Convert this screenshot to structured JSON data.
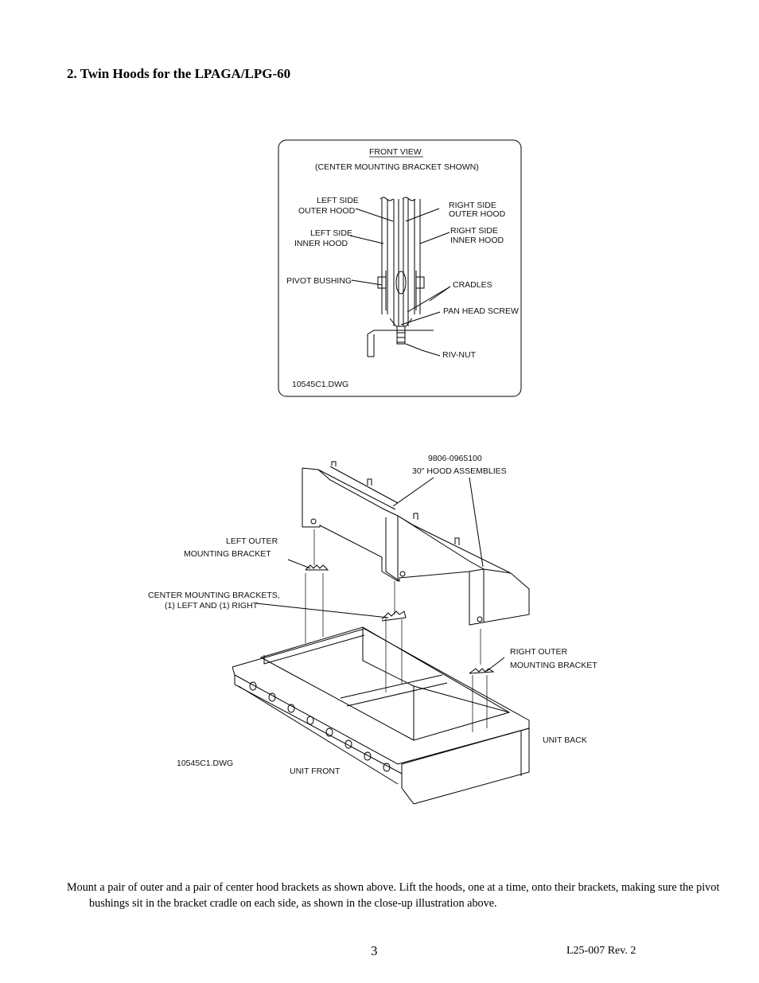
{
  "heading": "2. Twin Hoods for the LPAGA/LPG-60",
  "front_view": {
    "title": "FRONT VIEW",
    "subtitle": "(CENTER MOUNTING BRACKET SHOWN)",
    "left_outer_1": "LEFT SIDE",
    "left_outer_2": "OUTER HOOD",
    "left_inner_1": "LEFT SIDE",
    "left_inner_2": "INNER HOOD",
    "right_outer_1": "RIGHT SIDE",
    "right_outer_2": "OUTER HOOD",
    "right_inner_1": "RIGHT SIDE",
    "right_inner_2": "INNER HOOD",
    "pivot": "PIVOT BUSHING",
    "cradles": "CRADLES",
    "screw": "PAN HEAD SCREW",
    "rivnut": "RIV-NUT",
    "dwg": "10545C1.DWG"
  },
  "assembly": {
    "part_no": "9806-0965100",
    "hood_assemblies": "30\" HOOD ASSEMBLIES",
    "left_outer_1": "LEFT OUTER",
    "left_outer_2": "MOUNTING BRACKET",
    "center_1": "CENTER MOUNTING BRACKETS,",
    "center_2": "(1) LEFT AND (1) RIGHT",
    "right_outer_1": "RIGHT OUTER",
    "right_outer_2": "MOUNTING BRACKET",
    "unit_back": "UNIT BACK",
    "unit_front": "UNIT FRONT",
    "dwg": "10545C1.DWG"
  },
  "body": "Mount a pair of outer and a pair of center hood brackets as shown above. Lift the hoods, one at a time, onto their brackets, making sure the pivot bushings sit in the bracket cradle on each side, as shown in the close-up illustration above.",
  "page_number": "3",
  "doc_id": "L25-007 Rev. 2"
}
